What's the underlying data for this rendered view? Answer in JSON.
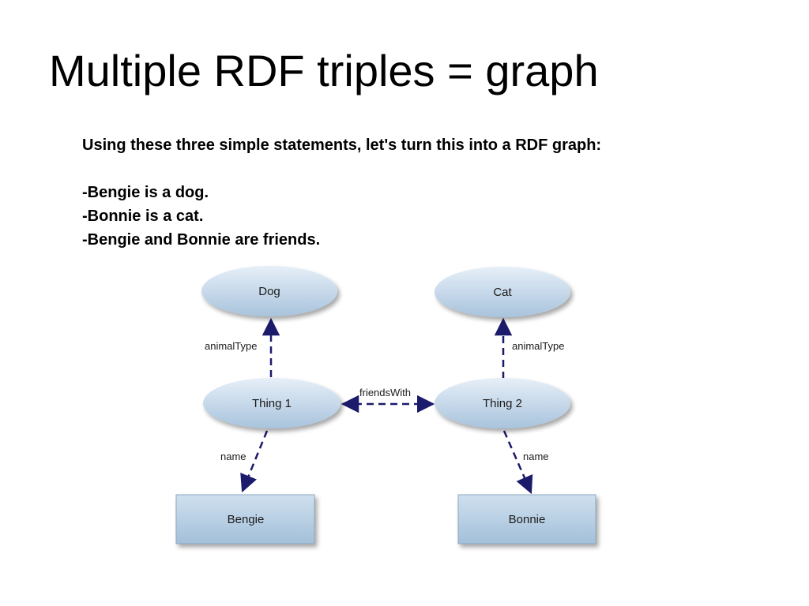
{
  "slide": {
    "title": "Multiple RDF triples = graph",
    "intro": "Using these three simple statements, let's turn this into a RDF graph:",
    "statements": [
      "-Bengie is a dog.",
      "-Bonnie is a cat.",
      "-Bengie and Bonnie are friends."
    ]
  },
  "diagram": {
    "nodes": {
      "dog": "Dog",
      "cat": "Cat",
      "thing1": "Thing 1",
      "thing2": "Thing 2",
      "bengie": "Bengie",
      "bonnie": "Bonnie"
    },
    "edges": {
      "animal_type_left": "animalType",
      "animal_type_right": "animalType",
      "friends_with": "friendsWith",
      "name_left": "name",
      "name_right": "name"
    },
    "colors": {
      "node_fill_light": "#dbe8f3",
      "node_fill_dark": "#9fbcd6",
      "arrow": "#1c1a6b"
    }
  }
}
